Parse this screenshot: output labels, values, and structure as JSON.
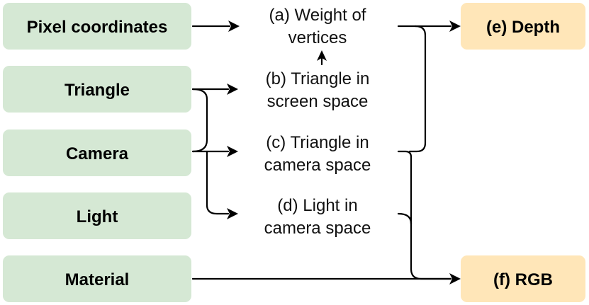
{
  "inputs": {
    "pixel_coordinates": "Pixel coordinates",
    "triangle": "Triangle",
    "camera": "Camera",
    "light": "Light",
    "material": "Material"
  },
  "intermediates": {
    "a_line1": "(a) Weight of",
    "a_line2": "vertices",
    "b_line1": "(b) Triangle in",
    "b_line2": "screen space",
    "c_line1": "(c) Triangle in",
    "c_line2": "camera space",
    "d_line1": "(d) Light in",
    "d_line2": "camera space"
  },
  "outputs": {
    "depth": "(e) Depth",
    "rgb": "(f) RGB"
  },
  "colors": {
    "input_fill": "#d5e8d4",
    "output_fill": "#ffe6b8",
    "line": "#000000"
  }
}
